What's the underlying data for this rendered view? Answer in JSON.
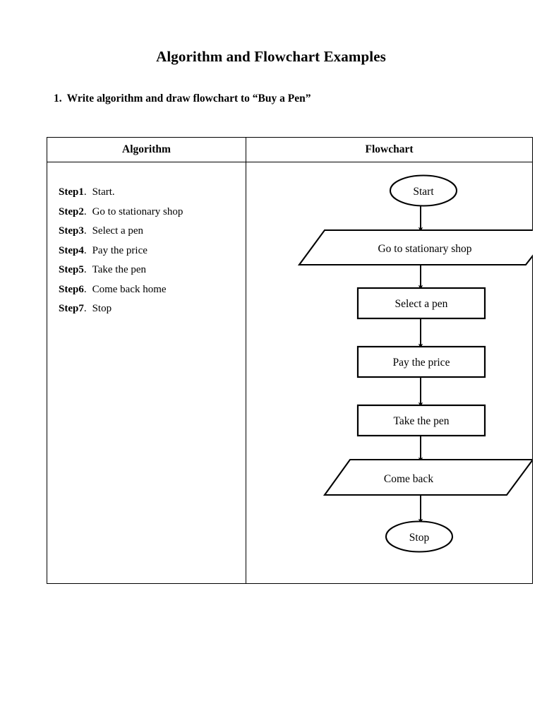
{
  "document": {
    "title": "Algorithm and Flowchart Examples",
    "question_number": "1.",
    "question_text": "Write algorithm and draw flowchart to “Buy a Pen”"
  },
  "table": {
    "headers": {
      "algorithm": "Algorithm",
      "flowchart": "Flowchart"
    }
  },
  "algorithm": {
    "steps": [
      {
        "label": "Step1",
        "punct": ".",
        "text": "Start."
      },
      {
        "label": "Step2",
        "punct": ".",
        "text": "Go to stationary shop"
      },
      {
        "label": "Step3",
        "punct": ".",
        "text": "Select a pen"
      },
      {
        "label": "Step4",
        "punct": ".",
        "text": "Pay the price"
      },
      {
        "label": "Step5",
        "punct": ".",
        "text": "Take the pen"
      },
      {
        "label": "Step6",
        "punct": ".",
        "text": "Come back home"
      },
      {
        "label": "Step7",
        "punct": ".",
        "text": "Stop"
      }
    ]
  },
  "flowchart": {
    "stroke_color": "#000000",
    "fill_color": "#ffffff",
    "nodes": [
      {
        "id": "start",
        "shape": "ellipse",
        "label": "Start"
      },
      {
        "id": "goto",
        "shape": "parallelogram",
        "label": "Go to stationary shop"
      },
      {
        "id": "select",
        "shape": "rectangle",
        "label": "Select a pen"
      },
      {
        "id": "pay",
        "shape": "rectangle",
        "label": "Pay the price"
      },
      {
        "id": "take",
        "shape": "rectangle",
        "label": "Take the pen"
      },
      {
        "id": "comeback",
        "shape": "parallelogram",
        "label": "Come back"
      },
      {
        "id": "stop",
        "shape": "ellipse",
        "label": "Stop"
      }
    ],
    "edges": [
      {
        "from": "start",
        "to": "goto"
      },
      {
        "from": "goto",
        "to": "select"
      },
      {
        "from": "select",
        "to": "pay"
      },
      {
        "from": "pay",
        "to": "take"
      },
      {
        "from": "take",
        "to": "comeback"
      },
      {
        "from": "comeback",
        "to": "stop"
      }
    ]
  }
}
